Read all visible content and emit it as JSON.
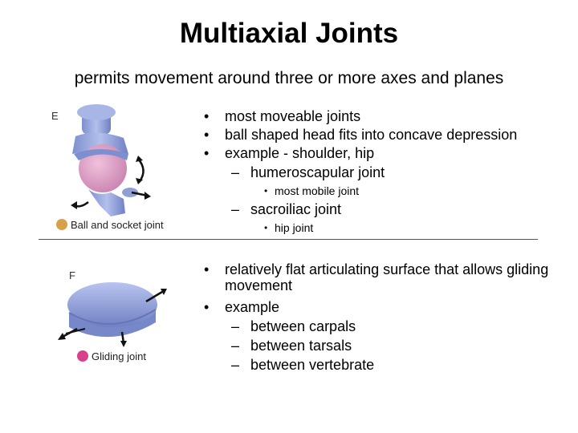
{
  "slide": {
    "title": "Multiaxial Joints",
    "subtitle": "permits movement around three or more axes and planes"
  },
  "figure_e": {
    "letter": "E",
    "caption": "Ball and socket joint",
    "dot_color": "#d9a04a"
  },
  "figure_f": {
    "letter": "F",
    "caption": "Gliding joint",
    "dot_color": "#d9408a"
  },
  "ball_socket": {
    "bullets": [
      "most moveable joints",
      "ball shaped head fits into concave depression",
      "example - shoulder, hip"
    ],
    "sub1": "humeroscapular joint",
    "sub1_note": "most mobile joint",
    "sub2": "sacroiliac joint",
    "sub2_note": "hip joint"
  },
  "gliding": {
    "bullet1": "relatively flat articulating surface that allows gliding movement",
    "bullet2": "example",
    "examples": [
      "between carpals",
      "between tarsals",
      "between vertebrate"
    ]
  },
  "colors": {
    "joint_blue": "#8f9fd6",
    "joint_pink": "#d98fb8",
    "arrow": "#111111"
  }
}
